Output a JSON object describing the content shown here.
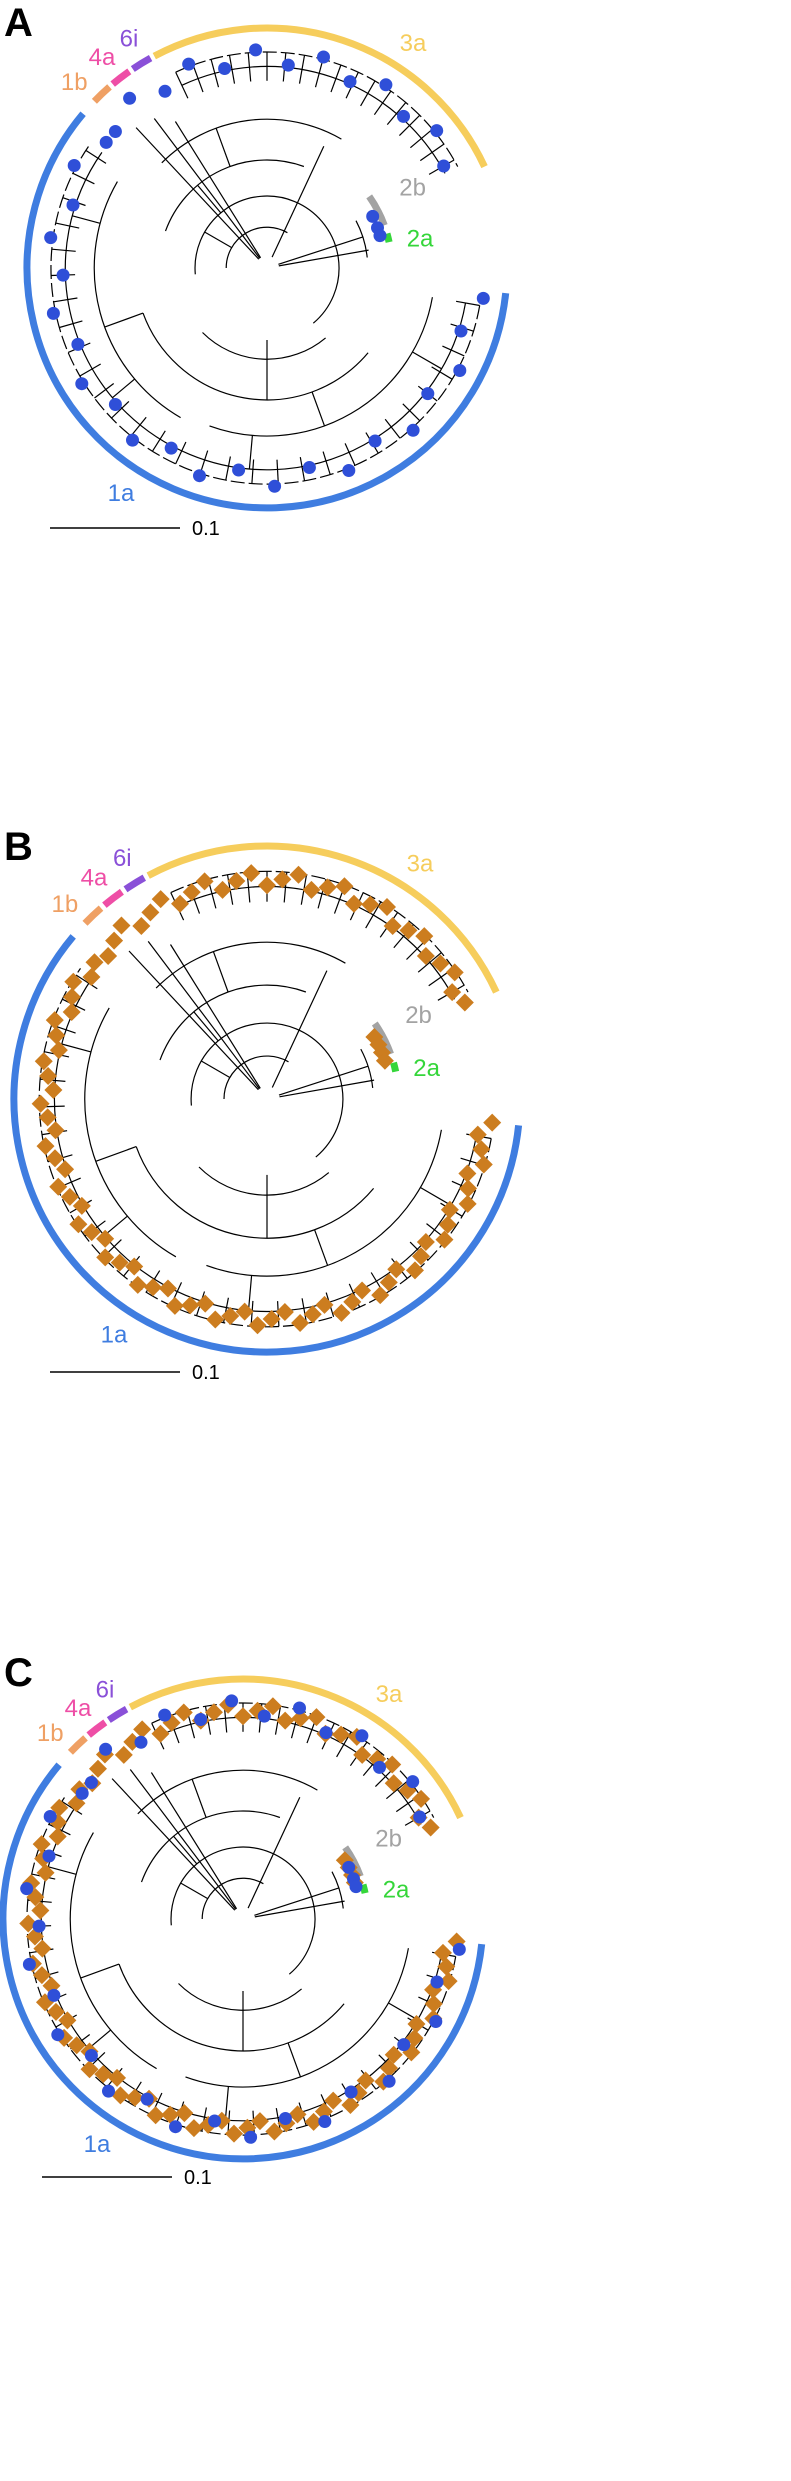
{
  "colors": {
    "clade_1a": "#3f7de0",
    "clade_1b": "#efa064",
    "clade_2a": "#35d63a",
    "clade_2b": "#a3a3a3",
    "clade_3a": "#f6cd5c",
    "clade_4a": "#ee4ea6",
    "clade_6i": "#8a50d8",
    "marker_circle": "#2f4fd8",
    "marker_diamond": "#cc7d1f",
    "branch": "#000000"
  },
  "panels": [
    {
      "letter": "A",
      "markers": "circle"
    },
    {
      "letter": "B",
      "markers": "diamond"
    },
    {
      "letter": "C",
      "markers": "both"
    }
  ],
  "clade_labels": {
    "c1a": "1a",
    "c1b": "1b",
    "c2a": "2a",
    "c2b": "2b",
    "c3a": "3a",
    "c4a": "4a",
    "c6i": "6i"
  },
  "scale_bar_label": "0.1"
}
